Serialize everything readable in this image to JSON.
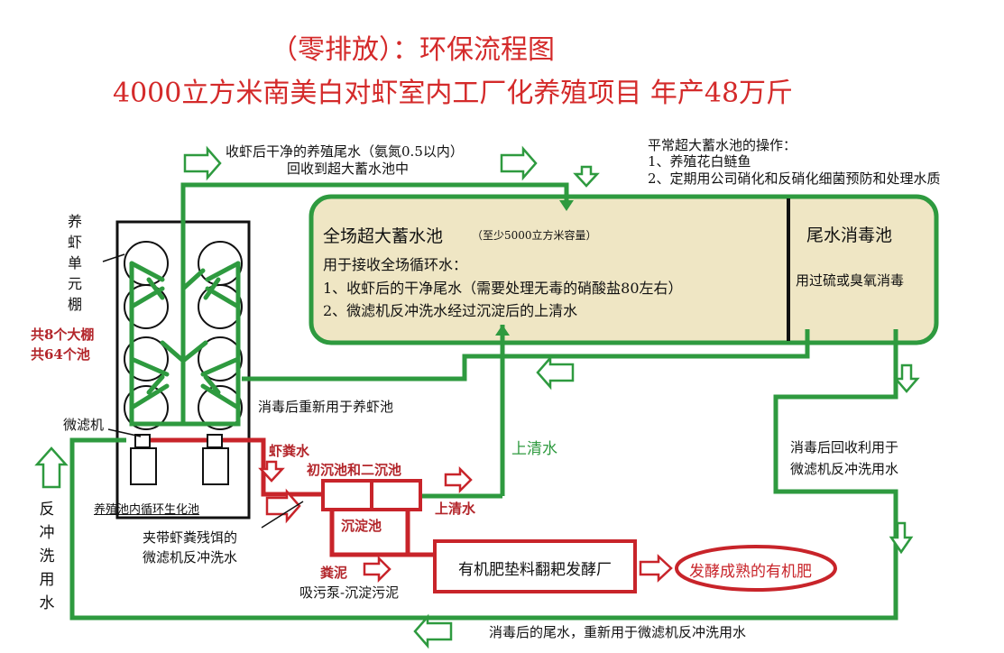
{
  "title": {
    "line1": "（零排放）：环保流程图",
    "line2": "4000立方米南美白对虾室内工厂化养殖项目 年产48万斤"
  },
  "flow_top": {
    "line1": "收虾后干净的养殖尾水（氨氮0.5以内）",
    "line2": "回收到超大蓄水池中"
  },
  "operations": {
    "title": "平常超大蓄水池的操作：",
    "item1": "1、养殖花白鲢鱼",
    "item2": "2、定期用公司硝化和反硝化细菌预防和处理水质"
  },
  "reservoir": {
    "title": "全场超大蓄水池",
    "capacity": "（至少5000立方米容量）",
    "line1": "用于接收全场循环水：",
    "line2": "1、收虾后的干净尾水（需要处理无毒的硝酸盐80左右）",
    "line3": "2、微滤机反冲洗水经过沉淀后的上清水"
  },
  "disinfection": {
    "title": "尾水消毒池",
    "desc": "用过硫或臭氧消毒"
  },
  "shed": {
    "label_vertical": "养虾单元棚",
    "count1": "共8个大棚",
    "count2": "共64个池"
  },
  "labels": {
    "reuse_shrimp_pond": "消毒后重新用于养虾池",
    "microfilter": "微滤机",
    "shrimp_manure_water": "虾粪水",
    "primary_secondary_tank": "初沉池和二沉池",
    "settling_tank": "沉淀池",
    "supernatant_right": "上清水",
    "supernatant_up": "上清水",
    "biofilter": "养殖池内循环生化池",
    "backwash_line1": "夹带虾粪残饵的",
    "backwash_line2": "微滤机反冲洗水",
    "manure_sludge": "粪泥",
    "sludge_pump": "吸污泵-沉淀污泥",
    "fertilizer_plant": "有机肥垫料翻耙发酵厂",
    "fertilizer_product": "发酵成熟的有机肥",
    "recycle_line1": "消毒后回收利用于",
    "recycle_line2": "微滤机反冲洗用水",
    "backwash_vertical": "反冲洗用水",
    "bottom_tail": "消毒后的尾水，重新用于微滤机反冲洗用水"
  },
  "colors": {
    "green": "#2e9a3f",
    "red": "#c8242a",
    "tank_fill": "#efe6c4",
    "title_red": "#d42a2a"
  }
}
